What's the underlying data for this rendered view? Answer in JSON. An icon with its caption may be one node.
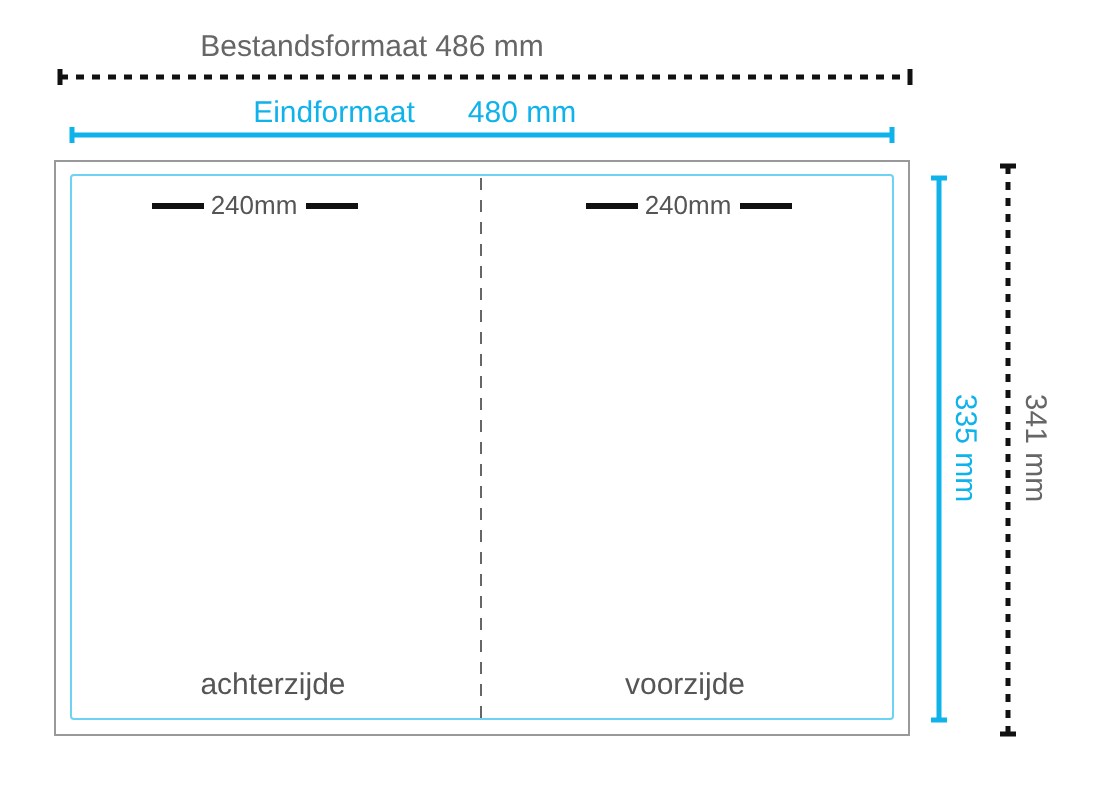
{
  "diagram": {
    "nodes": [
      {
        "text": [],
        "shape": "box"
      },
      {
        "text": [],
        "shape": "box",
        "in": 0
      },
      {
        "text": [
          "achterzijde"
        ],
        "in": 1
      },
      {
        "text": [
          "voorzijde"
        ],
        "in": 1
      }
    ],
    "labels": [
      "Bestandsformaat 486 mm",
      "Eindformaat",
      "480 mm",
      "240mm",
      "240mm",
      "335 mm",
      "341 mm"
    ]
  }
}
